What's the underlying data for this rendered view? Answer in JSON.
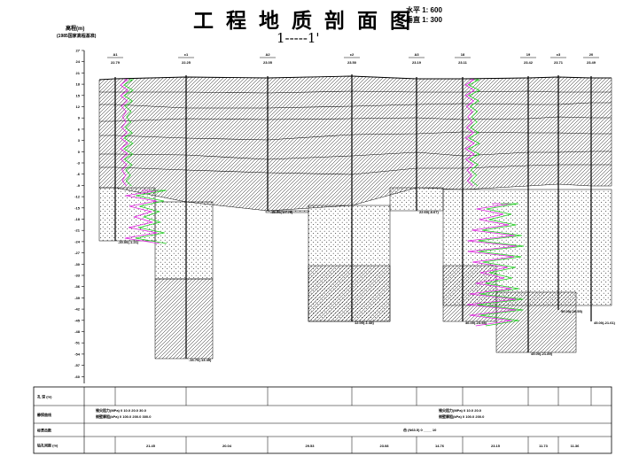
{
  "header": {
    "title": "工程地质剖面图",
    "scale_h": "水平 1: 600",
    "scale_v": "垂直 1: 300",
    "section_name": "1-----1'",
    "elev_label": "高程(m)",
    "elev_sub": "(1985国家高程基准)"
  },
  "elevation_ticks": [
    "27",
    "24",
    "21",
    "18",
    "15",
    "12",
    "9",
    "6",
    "3",
    "0",
    "-3",
    "-6",
    "-9",
    "-12",
    "-15",
    "-18",
    "-21",
    "-24",
    "-27",
    "-30",
    "-33",
    "-36",
    "-39",
    "-42",
    "-45",
    "-48",
    "-51",
    "-54",
    "-57",
    "-60"
  ],
  "boreholes": [
    {
      "id": "A1",
      "elev": "22.79"
    },
    {
      "id": "c1",
      "elev": "22.25"
    },
    {
      "id": "A2",
      "elev": "23.05"
    },
    {
      "id": "c2",
      "elev": "23.50"
    },
    {
      "id": "A3",
      "elev": "23.19"
    },
    {
      "id": "18",
      "elev": "23.11"
    },
    {
      "id": "19",
      "elev": "23.42"
    },
    {
      "id": "c3",
      "elev": "23.71"
    },
    {
      "id": "20",
      "elev": "23.49"
    }
  ],
  "bottom_labels": [
    {
      "text": "-20.00(-1.21)"
    },
    {
      "text": "-16.70(-13.45)"
    },
    {
      "text": "-38.00(-27.75)"
    },
    {
      "text": "12.00(-1.48)"
    },
    {
      "text": "22.60(-8.67)"
    },
    {
      "text": "46.00(-23.98)"
    },
    {
      "text": "45.00(-21.89)"
    },
    {
      "text": "50.00(-26.55)"
    },
    {
      "text": "45.00(-21.61)"
    }
  ],
  "table": {
    "rows": [
      {
        "label": "孔 深 (m)"
      },
      {
        "label": "静探曲线"
      },
      {
        "label": "标贯击数"
      },
      {
        "label": "钻孔间距 (m)"
      }
    ],
    "static_left": [
      "锥尖阻力(MPa) 0  10.0  20.0  30.0",
      "侧壁摩阻(kPa) 0  100.0  200.0  300.0"
    ],
    "static_right": [
      "锥尖阻力(MPa) 0  10.0  20.0",
      "侧壁摩阻(kPa) 0  100.0  200.0"
    ],
    "spt_legend": "击 (N63.5) 0 ____ 10",
    "spacings": [
      "21.45",
      "20.04",
      "29.53",
      "23.08",
      "14.76",
      "23.15",
      "11.73",
      "11.36"
    ]
  },
  "colors": {
    "line": "#000000",
    "curve_a": "#e020e0",
    "curve_b": "#20d020"
  }
}
